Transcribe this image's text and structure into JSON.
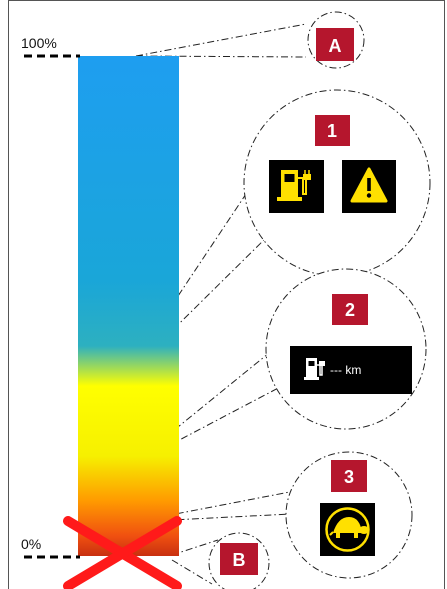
{
  "scale": {
    "top_label": "100%",
    "bottom_label": "0%",
    "gradient_colors": [
      "#1e9ef0",
      "#1aa6d8",
      "#2db0c0",
      "#ffff00",
      "#f6f000",
      "#ff9a00",
      "#f05010",
      "#c83010"
    ]
  },
  "callouts": {
    "a": {
      "badge": "A"
    },
    "one": {
      "badge": "1",
      "icons": [
        "fuel-pump-plug-icon",
        "warning-triangle-icon"
      ]
    },
    "two": {
      "badge": "2",
      "icon": "fuel-pump-plug-icon",
      "range_text": "--- km"
    },
    "three": {
      "badge": "3",
      "icon": "turtle-icon"
    },
    "b": {
      "badge": "B"
    }
  },
  "colors": {
    "badge_red": "#b5162d",
    "icon_yellow": "#ffe000",
    "panel_black": "#000000",
    "cross_red": "#ff1a1a"
  }
}
